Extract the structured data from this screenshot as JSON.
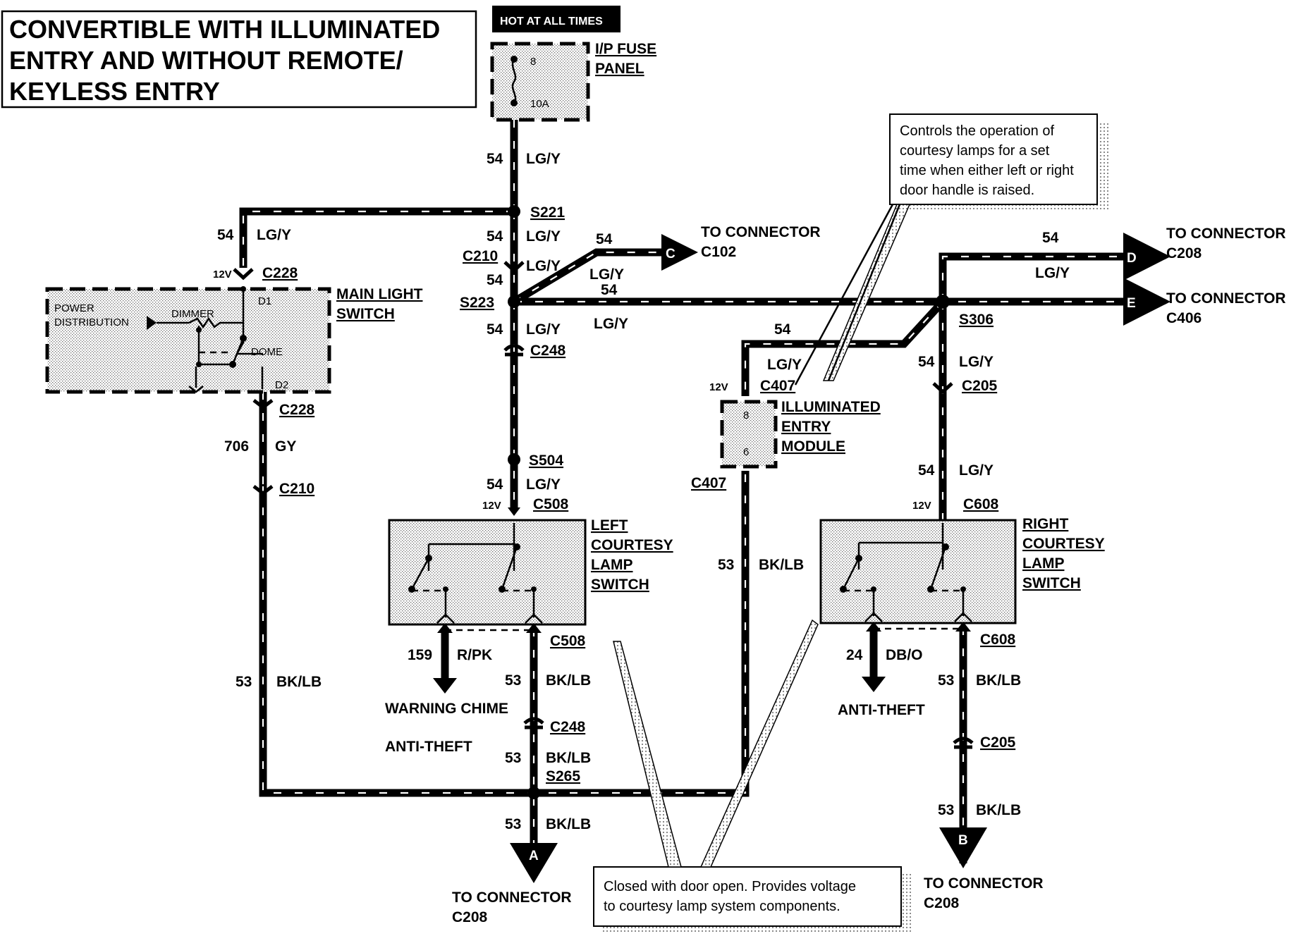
{
  "title": {
    "line1": "CONVERTIBLE WITH ILLUMINATED",
    "line2": "ENTRY AND WITHOUT REMOTE/",
    "line3": "KEYLESS ENTRY"
  },
  "hot_banner": "HOT AT ALL TIMES",
  "fuse_panel": {
    "name_line1": "I/P FUSE",
    "name_line2": "PANEL",
    "fuse_number": "8",
    "fuse_rating": "10A"
  },
  "circuits": {
    "c54": "54",
    "c706": "706",
    "c53": "53",
    "c159": "159",
    "c24": "24",
    "lgy": "LG/Y",
    "gy": "GY",
    "bklb": "BK/LB",
    "rpk": "R/PK",
    "dbo": "DB/O"
  },
  "splices": {
    "s221": "S221",
    "s223": "S223",
    "s504": "S504",
    "s306": "S306",
    "s265": "S265"
  },
  "connectors": {
    "c210": "C210",
    "c228": "C228",
    "c248": "C248",
    "c508": "C508",
    "c407": "C407",
    "c205": "C205",
    "c608": "C608"
  },
  "voltage": "12V",
  "main_light_switch": {
    "name_line1": "MAIN LIGHT",
    "name_line2": "SWITCH",
    "power_line1": "POWER",
    "power_line2": "DISTRIBUTION",
    "dimmer": "DIMMER",
    "dome": "DOME",
    "d1": "D1",
    "d2": "D2"
  },
  "illuminated_entry_module": {
    "line1": "ILLUMINATED",
    "line2": "ENTRY",
    "line3": "MODULE",
    "pin_top": "8",
    "pin_bottom": "6"
  },
  "left_courtesy_switch": {
    "line1": "LEFT",
    "line2": "COURTESY",
    "line3": "LAMP",
    "line4": "SWITCH"
  },
  "right_courtesy_switch": {
    "line1": "RIGHT",
    "line2": "COURTESY",
    "line3": "LAMP",
    "line4": "SWITCH"
  },
  "destinations": {
    "to_connector": "TO CONNECTOR",
    "c102": "C102",
    "c208": "C208",
    "c406": "C406",
    "arrow_a": "A",
    "arrow_b": "B",
    "arrow_c": "C",
    "arrow_d": "D",
    "arrow_e": "E",
    "warning_chime": "WARNING CHIME",
    "anti_theft": "ANTI-THEFT"
  },
  "notes": {
    "module_line1": "Controls the operation of",
    "module_line2": "courtesy lamps for a set",
    "module_line3": "time when either left or right",
    "module_line4": "door handle is raised.",
    "switch_line1": "Closed with door open.  Provides voltage",
    "switch_line2": "to courtesy lamp system components."
  }
}
